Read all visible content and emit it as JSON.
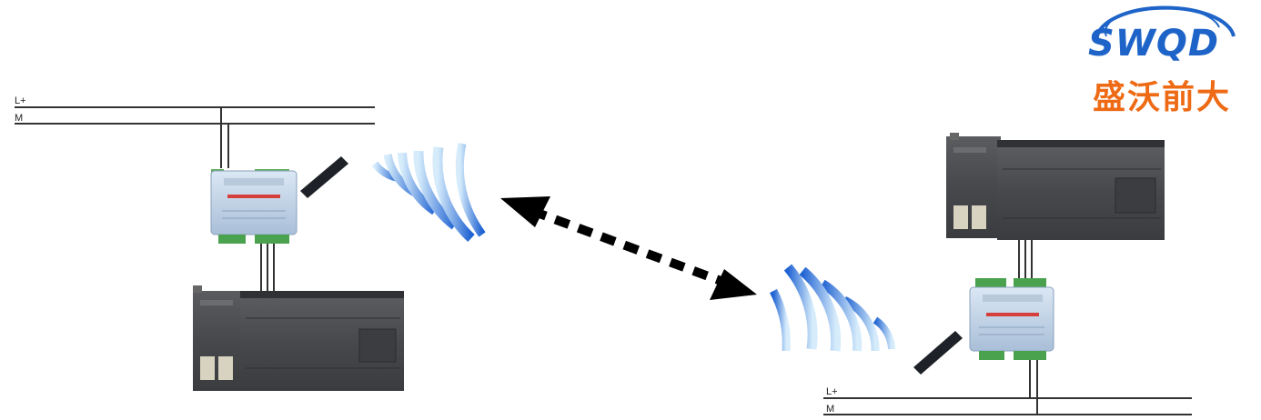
{
  "logo": {
    "latin": "SWQD",
    "chinese": "盛沃前大"
  },
  "bus_left": {
    "positive": "L+",
    "negative": "M"
  },
  "bus_right": {
    "positive": "L+",
    "negative": "M"
  },
  "colors": {
    "wave_blue": "#2a6fd6",
    "logo_blue": "#1e64c8",
    "logo_orange": "#ee6a14",
    "plc_body": "#4a4c4f",
    "module_body": "#c9d8ea"
  }
}
